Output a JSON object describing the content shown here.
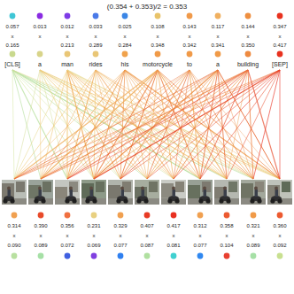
{
  "diagram": {
    "title": "(0.354 + 0.353)/2 = 0.353",
    "labels": [
      "0.057",
      "0.013",
      "0.012",
      "0.033",
      "0.025",
      "0.108",
      "0.143",
      "0.117",
      "0.144",
      "0.347",
      "x",
      "x",
      "x",
      "x",
      "x",
      "x",
      "x",
      "x",
      "x",
      "x",
      "0.165",
      "0.213",
      "0.289",
      "0.284",
      "0.348",
      "0.342",
      "0.341",
      "0.350",
      "0.417",
      "[CLS]",
      "a",
      "man",
      "rides",
      "his",
      "motorcycle",
      "to",
      "a",
      "building",
      "[SEP]",
      "0.314",
      "0.390",
      "0.356",
      "0.231",
      "0.329",
      "0.407",
      "0.417",
      "0.312",
      "0.358",
      "0.321",
      "0.360",
      "x",
      "x",
      "x",
      "x",
      "x",
      "x",
      "x",
      "x",
      "x",
      "x",
      "x",
      "0.090",
      "0.089",
      "0.072",
      "0.069",
      "0.077",
      "0.087",
      "0.081",
      "0.077",
      "0.104",
      "0.089",
      "0.092"
    ]
  }
}
